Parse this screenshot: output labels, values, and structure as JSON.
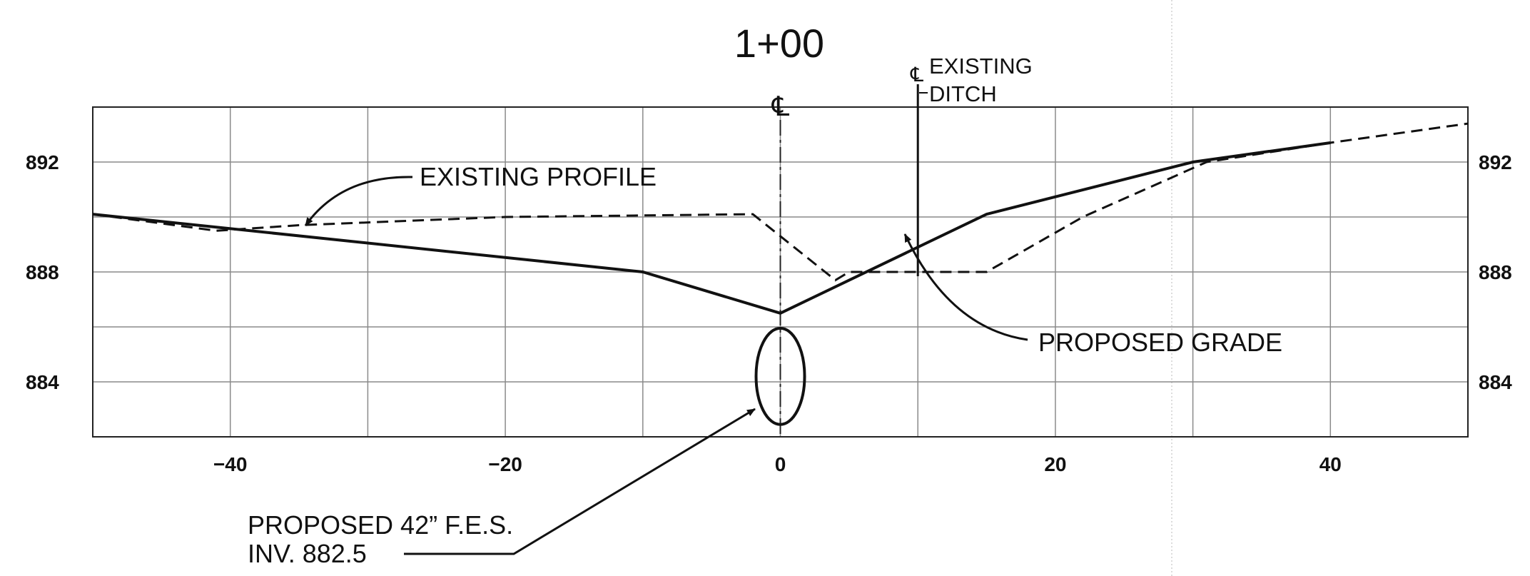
{
  "sheet": {
    "station": "1+00",
    "centerline_symbol": "℄",
    "ditch_label_line1": "EXISTING",
    "ditch_label_line2": "DITCH"
  },
  "annotations": {
    "existing_profile": "EXISTING PROFILE",
    "proposed_grade": "PROPOSED GRADE",
    "fes_line1": "PROPOSED 42” F.E.S.",
    "fes_line2": "INV. 882.5"
  },
  "chart_data": {
    "type": "line",
    "title": "1+00",
    "xlabel": "",
    "ylabel": "",
    "xlim": [
      -50,
      50
    ],
    "ylim": [
      882,
      894
    ],
    "x_ticks": [
      -40,
      -20,
      0,
      20,
      40
    ],
    "x_tick_labels": [
      "−40",
      "−20",
      "0",
      "20",
      "40"
    ],
    "x_grid": [
      -40,
      -30,
      -20,
      -10,
      0,
      10,
      20,
      30,
      40
    ],
    "y_ticks": [
      884,
      888,
      892
    ],
    "y_tick_labels": [
      "884",
      "888",
      "892"
    ],
    "y_grid": [
      884,
      886,
      888,
      890,
      892
    ],
    "grid": true,
    "series": [
      {
        "key": "existing",
        "style": "dashed",
        "x": [
          -50,
          -41,
          -35,
          -20,
          -2,
          4,
          5,
          15,
          22,
          31,
          40,
          50
        ],
        "y": [
          890.1,
          889.5,
          889.7,
          890.0,
          890.1,
          887.7,
          888.0,
          888.0,
          890.0,
          892.0,
          892.7,
          893.4
        ]
      },
      {
        "key": "proposed",
        "style": "solid",
        "x": [
          -50,
          -10,
          0,
          15,
          30,
          40
        ],
        "y": [
          890.1,
          888.0,
          886.5,
          890.1,
          892.0,
          892.7
        ]
      }
    ],
    "centerline_x": 0,
    "ditch_centerline_x": 10,
    "pipe": {
      "center_x": 0,
      "center_y": 884.2,
      "diameter": 3.5
    }
  }
}
